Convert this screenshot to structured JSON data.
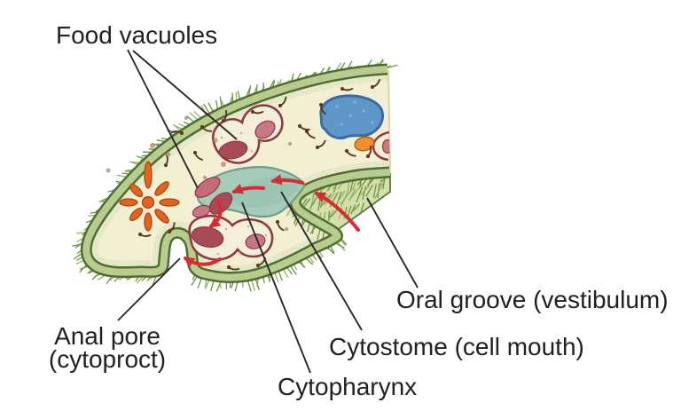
{
  "figure": {
    "type": "anatomy-diagram",
    "subject": "Paramecium feeding structures (sectional illustration)",
    "labels": {
      "food_vacuoles": "Food vacuoles",
      "anal_pore_line1": "Anal pore",
      "anal_pore_line2": "(cytoproct)",
      "cytopharynx": "Cytopharynx",
      "cytostome": "Cytostome (cell mouth)",
      "oral_groove": "Oral groove (vestibulum)"
    },
    "colors": {
      "background": "#ffffff",
      "label_text": "#242021",
      "leader_line": "#2b2728",
      "flow_arrow": "#d92b32",
      "cell_interior": "#f2efd2",
      "interior_wash": "#e4e8c6",
      "pellicle_band": "#b9cc8d",
      "pellicle_edge": "#4c6e33",
      "cilia": "#6e9243",
      "cilia_light": "#94b167",
      "groove_cavity": "#d5dfab",
      "vestibule": "#a5cbbb",
      "vestibule_edge": "#6e9d85",
      "vacuole_membrane": "#8e3a42",
      "vacuole_interior": "#f4efda",
      "food_dark": "#a84a58",
      "food_mid": "#c46a78",
      "food_light": "#c77787",
      "blue_vacuole": "#5f97c9",
      "blue_vacuole_edge": "#3a6ca3",
      "star_orange": "#e2641e",
      "star_edge": "#a84613",
      "granule_orange": "#ef9130",
      "granule_edge": "#b55f14",
      "particle_brown": "#5b3a20",
      "speck_brown": "#b08f76",
      "cut_edge": "#d8d4ad"
    }
  }
}
